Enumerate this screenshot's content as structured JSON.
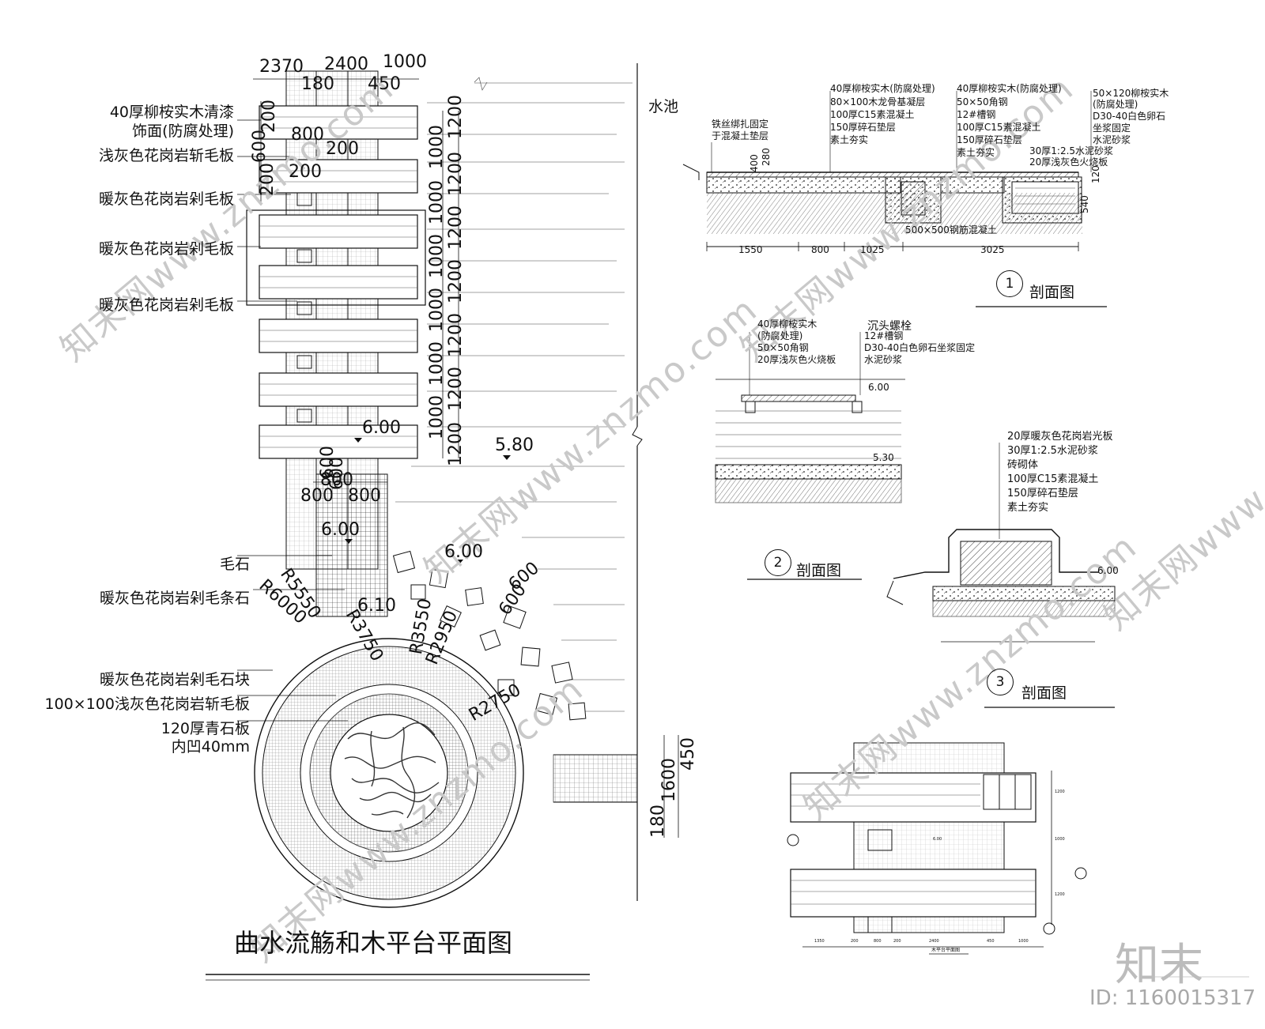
{
  "plan": {
    "title": "曲水流觞和木平台平面图",
    "pool_label": "水池",
    "left_labels": [
      "40厚柳桉实木清漆",
      "饰面(防腐处理)",
      "浅灰色花岗岩斩毛板",
      "暖灰色花岗岩剁毛板",
      "暖灰色花岗岩剁毛板",
      "暖灰色花岗岩剁毛板",
      "毛石",
      "暖灰色花岗岩剁毛条石",
      "暖灰色花岗岩剁毛石块",
      "100×100浅灰色花岗岩斩毛板",
      "120厚青石板",
      "内凹40mm"
    ],
    "top_dims": [
      "2370",
      "2400",
      "1000",
      "180",
      "450"
    ],
    "small_dims": [
      "200",
      "600",
      "800",
      "200",
      "200",
      "200"
    ],
    "right_dims_1000": [
      "1000",
      "1000",
      "1000",
      "1000",
      "1000",
      "1000"
    ],
    "right_dims_1200": [
      "1200",
      "1200",
      "1200",
      "1200",
      "1200",
      "1200",
      "1200"
    ],
    "bottom_dims": [
      "600",
      "800",
      "800",
      "800",
      "600"
    ],
    "radii": [
      "R5550",
      "R6000",
      "R3750",
      "R3550",
      "R2950",
      "R2750"
    ],
    "stones_dims": [
      "600",
      "600"
    ],
    "elevations": [
      "6.00",
      "5.80",
      "6.00",
      "6.00",
      "6.10"
    ],
    "east_dims": [
      "180",
      "1600",
      "450"
    ]
  },
  "section1": {
    "number": "1",
    "title": "剖面图",
    "notes_a": [
      "铁丝绑扎固定",
      "于混凝土垫层"
    ],
    "notes_b": [
      "40厚柳桉实木(防腐处理)",
      "80×100木龙骨基凝层",
      "100厚C15素混凝土",
      "150厚碎石垫层",
      "素土夯实"
    ],
    "notes_c": [
      "40厚柳桉实木(防腐处理)",
      "50×50角钢",
      "12#槽钢",
      "100厚C15素混凝土",
      "150厚碎石垫层",
      "素土夯实"
    ],
    "notes_d": [
      "50×120柳桉实木",
      "(防腐处理)",
      "D30-40白色卵石",
      "坐浆固定",
      "水泥砂浆",
      "30厚1:2.5水泥砂浆",
      "20厚浅灰色火烧板"
    ],
    "vert_dims": [
      "400",
      "280",
      "540",
      "120"
    ],
    "footing_label": "500×500钢筋混凝土",
    "dims": [
      "1550",
      "800",
      "1025",
      "3025"
    ]
  },
  "section2": {
    "number": "2",
    "title": "剖面图",
    "notes_left": [
      "40厚柳桉实木",
      "(防腐处理)",
      "50×50角钢",
      "20厚浅灰色火烧板"
    ],
    "notes_right": [
      "沉头螺栓",
      "12#槽钢",
      "D30-40白色卵石坐浆固定",
      "水泥砂浆"
    ],
    "elevations": [
      "6.00",
      "5.30"
    ]
  },
  "section3": {
    "number": "3",
    "title": "剖面图",
    "notes": [
      "20厚暖灰色花岗岩光板",
      "30厚1:2.5水泥砂浆",
      "砖砌体",
      "100厚C15素混凝土",
      "150厚碎石垫层",
      "素土夯实"
    ],
    "elevation": "6.00"
  },
  "deck_plan": {
    "title": "木平台平面图",
    "dims": [
      "1350",
      "200",
      "800",
      "200",
      "2400",
      "450",
      "1000"
    ],
    "vert_dims": [
      "1200",
      "1000",
      "1200"
    ],
    "elevation": "6.00"
  },
  "watermark": {
    "text": "知末网www.znzmo.com",
    "brand": "知末",
    "id": "ID: 1160015317"
  }
}
